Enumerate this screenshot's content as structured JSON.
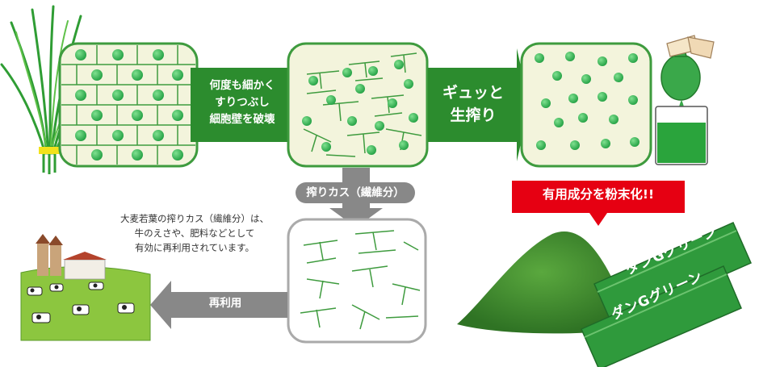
{
  "steps": {
    "crush_label": [
      "何度も細かく",
      "すりつぶし",
      "細胞壁を破壊"
    ],
    "squeeze_label": [
      "ギュッと",
      "生搾り"
    ],
    "fiber_label": "搾りカス（繊維分）",
    "reuse_label": "再利用",
    "powder_label": "有用成分を粉末化!!"
  },
  "note": [
    "大麦若葉の搾りカス（繊維分）は、",
    "牛のえさや、肥料などとして",
    "有効に再利用されています。"
  ],
  "product": {
    "stick_label": "ダンGグリーン"
  },
  "colors": {
    "arrow_green": "#2c8c2e",
    "cell_green": "#3dbb5a",
    "panel_bg": "#f3f4dc",
    "panel_border": "#3e9b3e",
    "gray": "#888888",
    "red": "#e60012",
    "powder": "#3f8a2e",
    "product": "#2f9a3c"
  }
}
